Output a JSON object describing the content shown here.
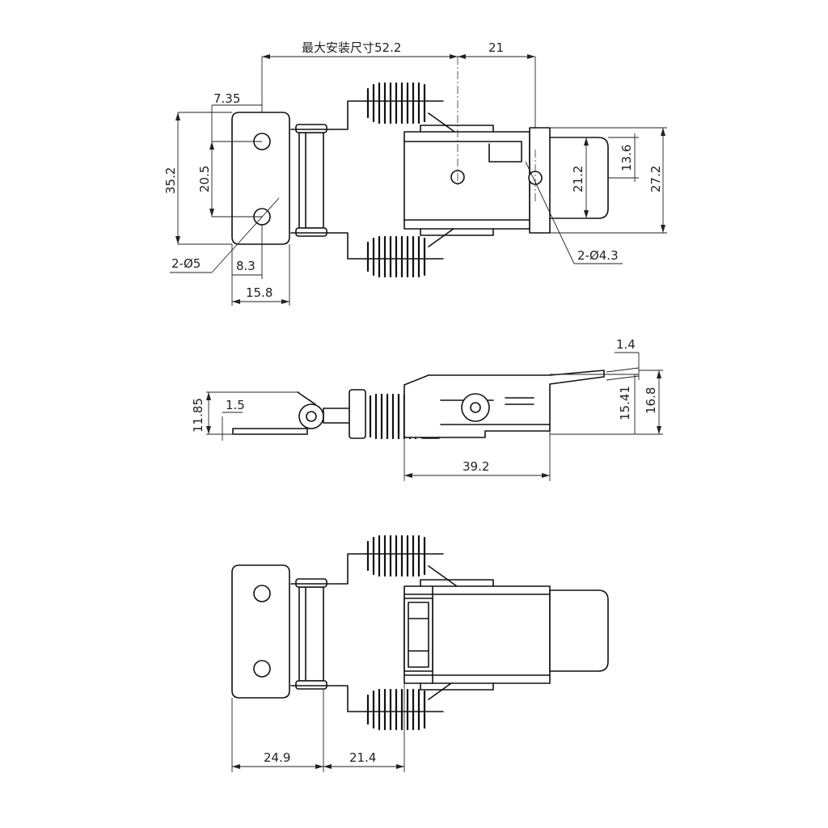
{
  "colors": {
    "line": "#111111",
    "background": "#ffffff"
  },
  "top_view": {
    "dims": {
      "total_install": "最大安装尺寸52.2",
      "latch_length": "21",
      "hole_offset": "7.35",
      "plate_height": "35.2",
      "hole_spacing": "20.5",
      "plate_holes": "2-Ø5",
      "hole_x": "8.3",
      "plate_width": "15.8",
      "catch_height": "13.6",
      "catch_hole_spacing": "21.2",
      "body_height": "27.2",
      "catch_holes": "2-Ø4.3"
    }
  },
  "side_view": {
    "dims": {
      "tip_thickness": "1.4",
      "plate_offset": "1.5",
      "hinge_height": "11.85",
      "body_height": "15.41",
      "overall_height": "16.8",
      "body_length": "39.2"
    }
  },
  "bottom_view": {
    "dims": {
      "left_span": "24.9",
      "right_span": "21.4"
    }
  }
}
